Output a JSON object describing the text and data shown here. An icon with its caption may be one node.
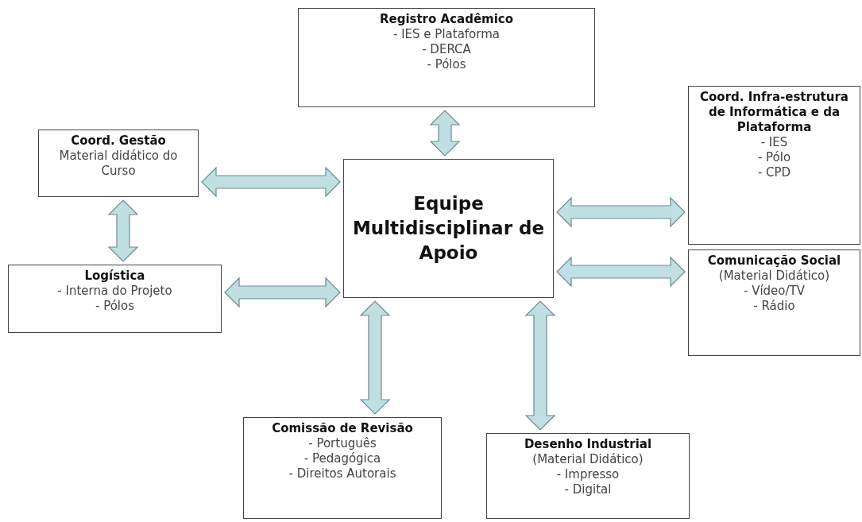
{
  "diagram": {
    "nodes": [
      {
        "text": [
          "Registro Acadêmico",
          "- IES e Plataforma",
          "- DERCA",
          "- Pólos"
        ]
      },
      {
        "text": [
          "Coord. Gestão",
          "Material didático do Curso"
        ]
      },
      {
        "text": [
          "Coord. Infra-estrutura de Informática e da Plataforma",
          "- IES",
          "- Pólo",
          "- CPD"
        ]
      },
      {
        "text": [
          "Equipe Multidisciplinar de Apoio"
        ]
      },
      {
        "text": [
          "Logística",
          "- Interna do Projeto",
          "- Pólos"
        ]
      },
      {
        "text": [
          "**Comunicação Social** (Material Didático)",
          "- Vídeo/TV",
          "- Rádio"
        ]
      },
      {
        "text": [
          "Comissão de Revisão",
          "- Português",
          "- Pedagógica",
          "- Direitos Autorais"
        ]
      },
      {
        "text": [
          "Desenho Industrial",
          "(Material Didático)",
          "- Impresso",
          "- Digital"
        ]
      }
    ],
    "edges": [
      {
        "from": 3,
        "to": 0,
        "arrow": "both"
      },
      {
        "from": 1,
        "to": 3,
        "arrow": "both"
      },
      {
        "from": 1,
        "to": 4,
        "arrow": "both"
      },
      {
        "from": 4,
        "to": 3,
        "arrow": "both"
      },
      {
        "from": 3,
        "to": 2,
        "arrow": "both"
      },
      {
        "from": 3,
        "to": 5,
        "arrow": "both"
      },
      {
        "from": 3,
        "to": 6,
        "arrow": "both"
      },
      {
        "from": 3,
        "to": 7,
        "arrow": "both"
      }
    ]
  }
}
